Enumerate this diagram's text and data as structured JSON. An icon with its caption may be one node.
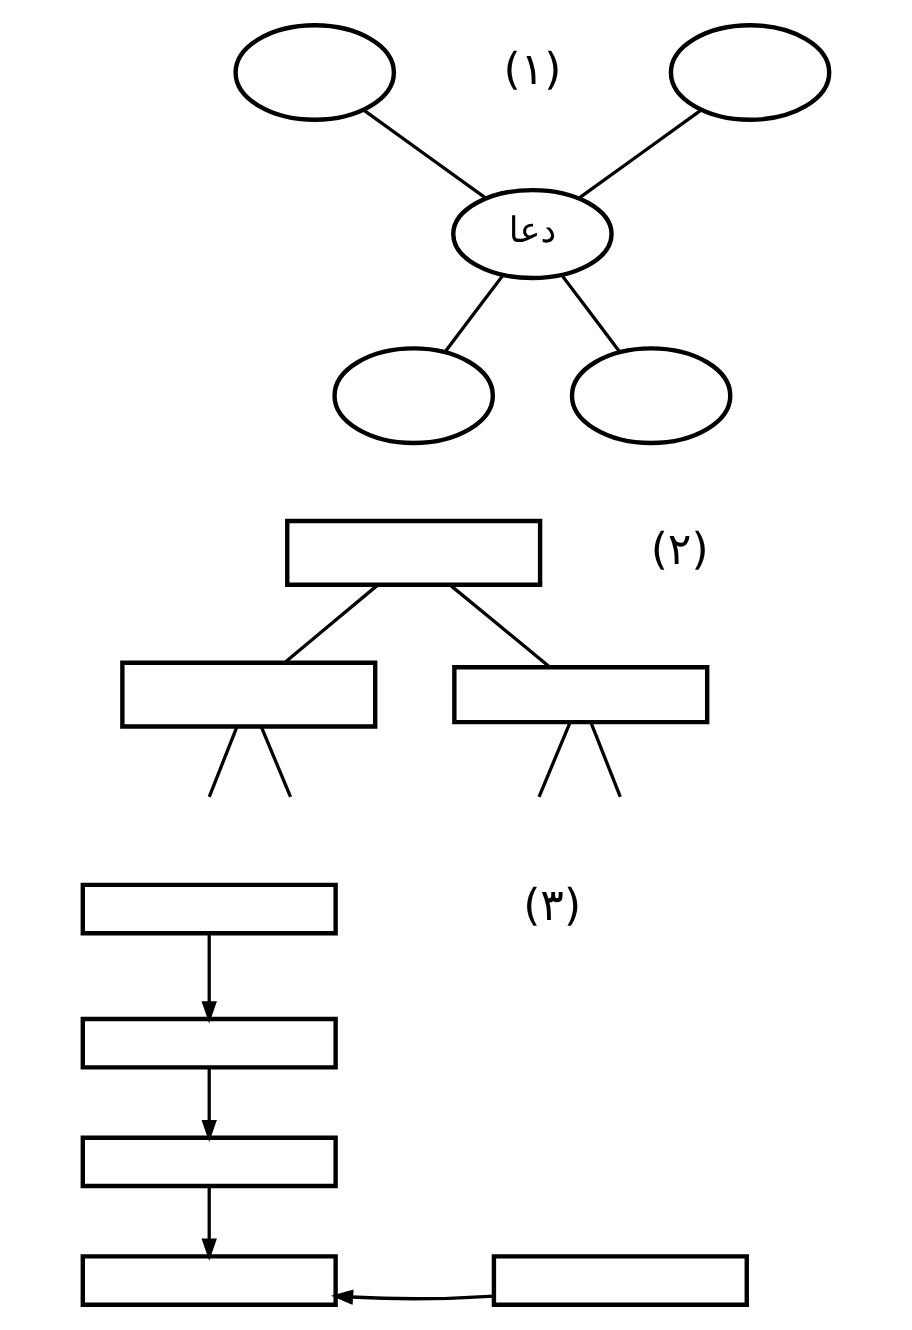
{
  "diagram": {
    "nodes": [
      {
        "text": [
          "دعا"
        ]
      },
      {
        "text": [],
        "shape": "circle"
      },
      {
        "text": [],
        "shape": "circle"
      },
      {
        "text": [],
        "shape": "circle"
      },
      {
        "text": [],
        "shape": "circle"
      },
      {
        "text": [],
        "shape": "box"
      },
      {
        "text": [],
        "shape": "box"
      },
      {
        "text": [],
        "shape": "box"
      },
      {
        "text": [],
        "shape": "box"
      },
      {
        "text": [],
        "shape": "box"
      },
      {
        "text": [],
        "shape": "box"
      },
      {
        "text": [],
        "shape": "box"
      },
      {
        "text": [],
        "shape": "box"
      }
    ],
    "edges": [
      {
        "from": 0,
        "to": 1,
        "arrow": "none"
      },
      {
        "from": 0,
        "to": 2,
        "arrow": "none"
      },
      {
        "from": 0,
        "to": 3,
        "arrow": "none"
      },
      {
        "from": 0,
        "to": 4,
        "arrow": "none"
      },
      {
        "from": 5,
        "to": 6,
        "arrow": "none"
      },
      {
        "from": 5,
        "to": 7,
        "arrow": "none"
      },
      {
        "from": 6,
        "to": null,
        "arrow": "none"
      },
      {
        "from": 6,
        "to": null,
        "arrow": "none"
      },
      {
        "from": 7,
        "to": null,
        "arrow": "none"
      },
      {
        "from": 7,
        "to": null,
        "arrow": "none"
      },
      {
        "from": 8,
        "to": 9,
        "arrow": "to"
      },
      {
        "from": 9,
        "to": 10,
        "arrow": "to"
      },
      {
        "from": 10,
        "to": 11,
        "arrow": "to"
      },
      {
        "from": 12,
        "to": 11,
        "arrow": "to"
      }
    ],
    "labels": [
      "(۱)",
      "(۲)",
      "(۳)"
    ]
  }
}
